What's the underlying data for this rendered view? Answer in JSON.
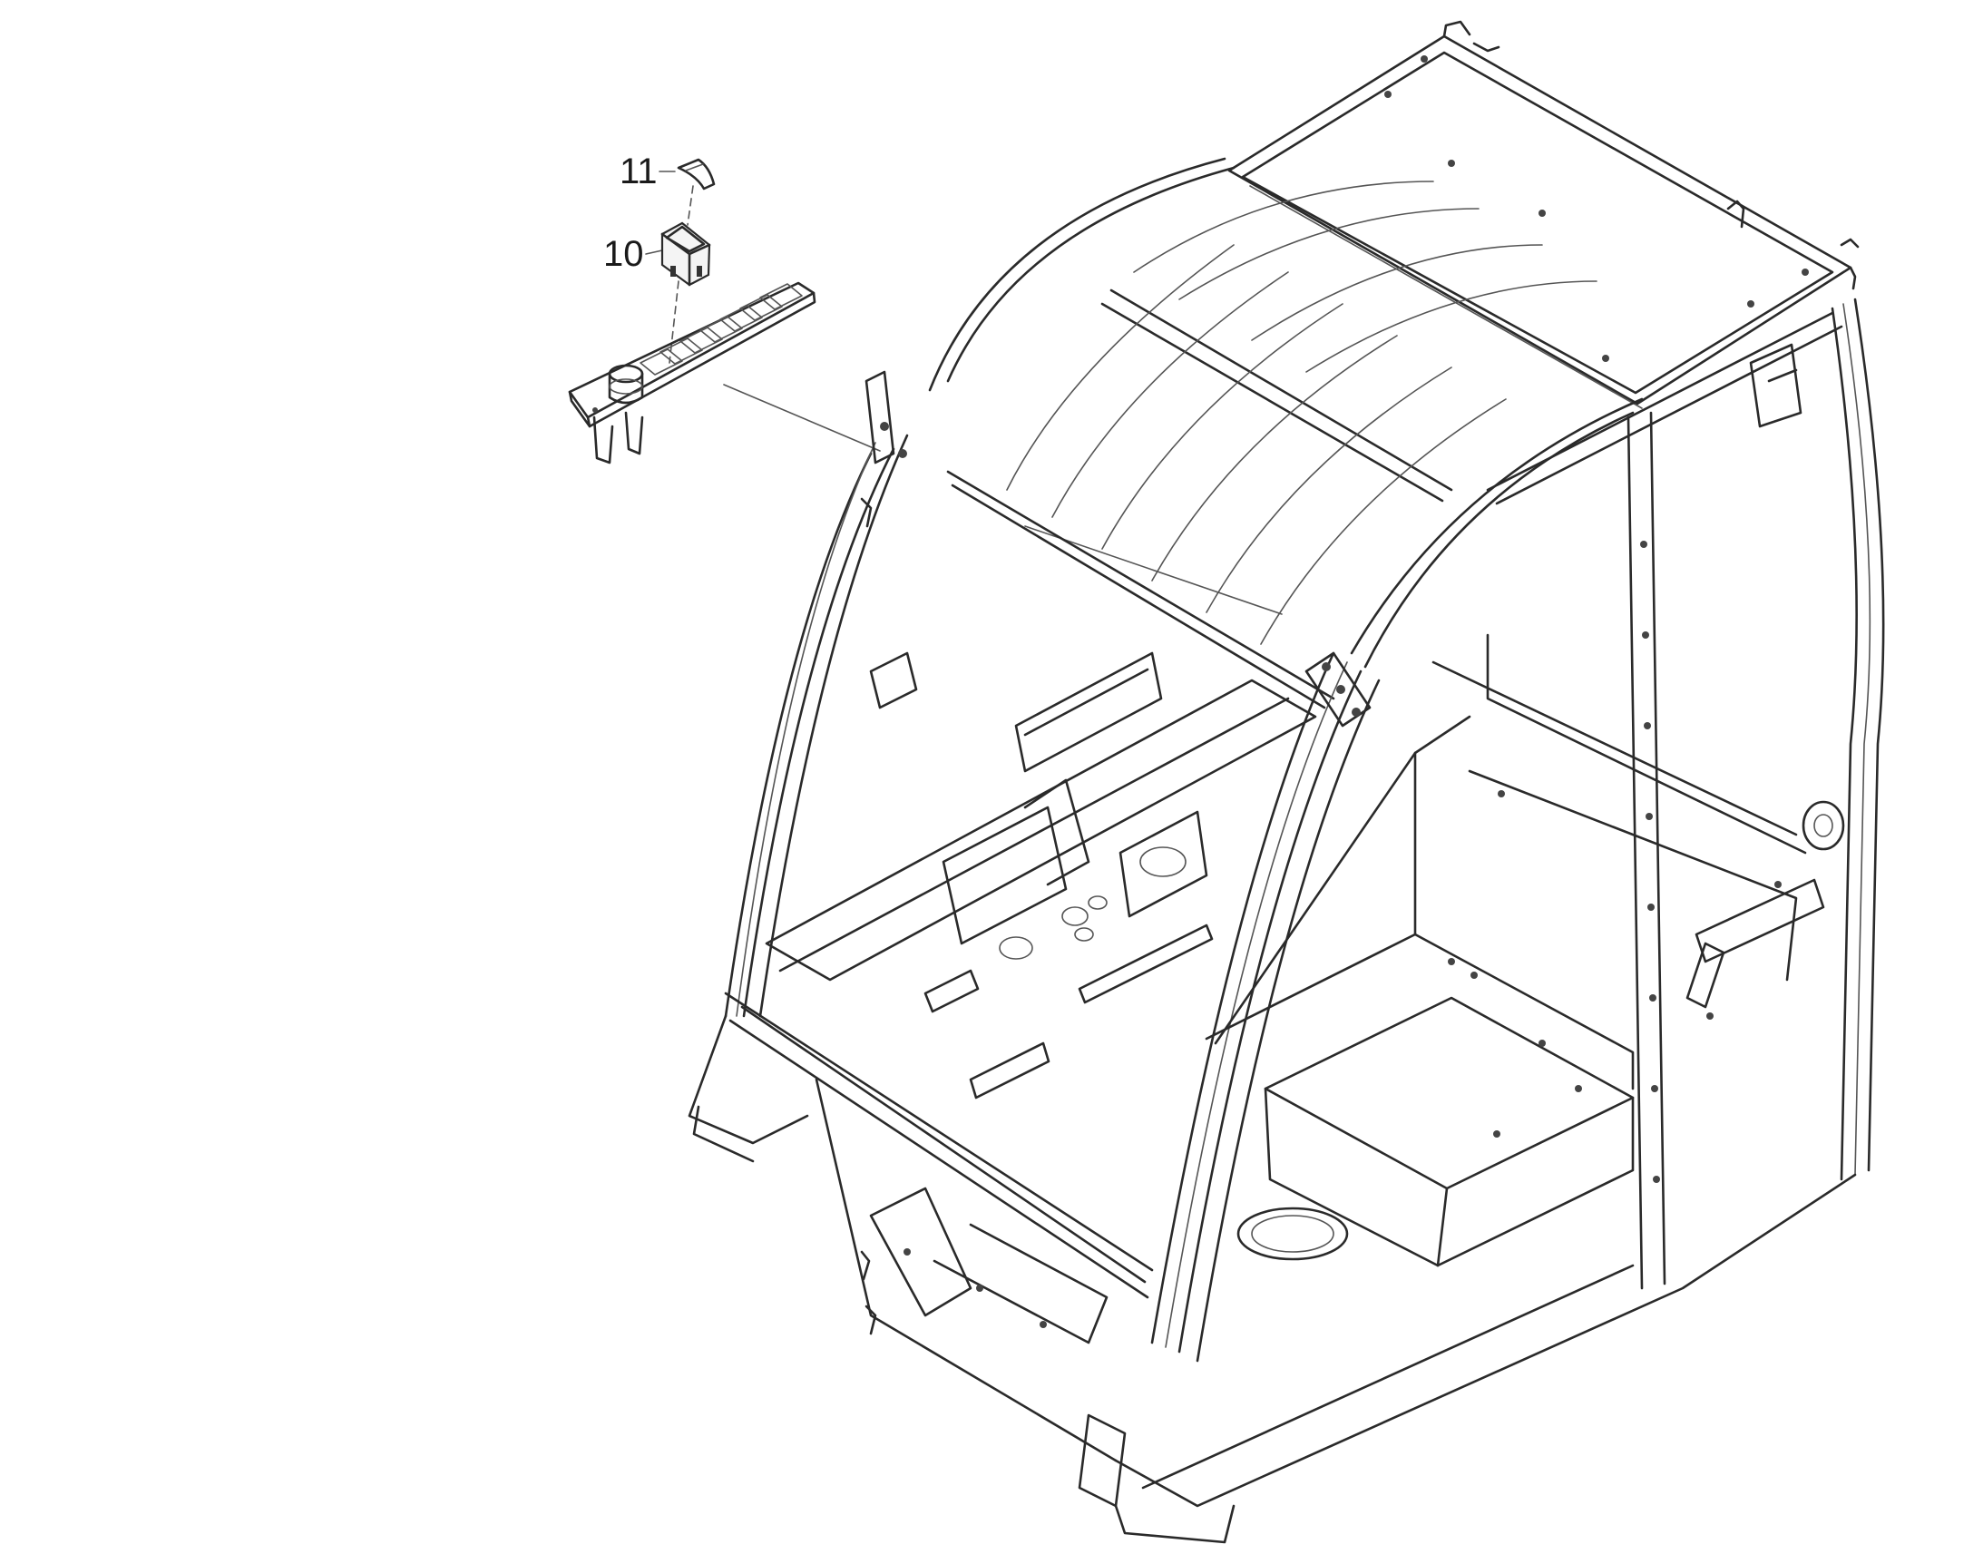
{
  "callouts": [
    {
      "id": "11",
      "label": "11"
    },
    {
      "id": "10",
      "label": "10"
    }
  ],
  "colors": {
    "line": "#2a2a2a",
    "background": "#ffffff",
    "text": "#1a1a1a"
  }
}
